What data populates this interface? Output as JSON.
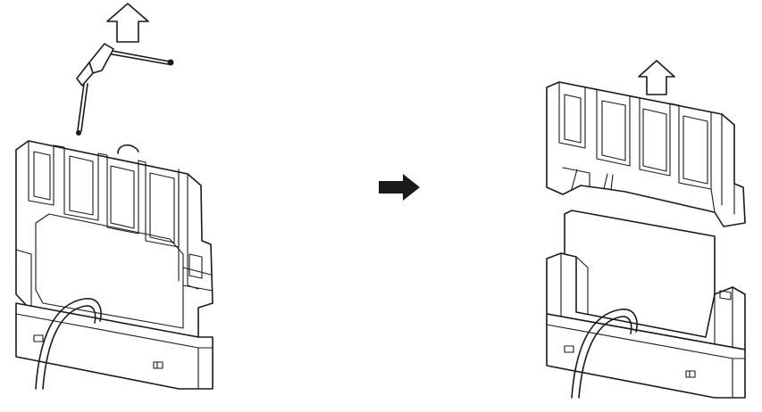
{
  "figure": {
    "steps": [
      {
        "id": "before",
        "shows": [
          "connector",
          "removal-tool",
          "cable",
          "up-arrow"
        ]
      },
      {
        "id": "after",
        "shows": [
          "connector-cover",
          "circuit-board",
          "connector-base",
          "cable",
          "up-arrow"
        ]
      }
    ],
    "transition": "right-arrow",
    "colors": {
      "stroke": "#1a1a1a",
      "fill": "#ffffff"
    }
  }
}
